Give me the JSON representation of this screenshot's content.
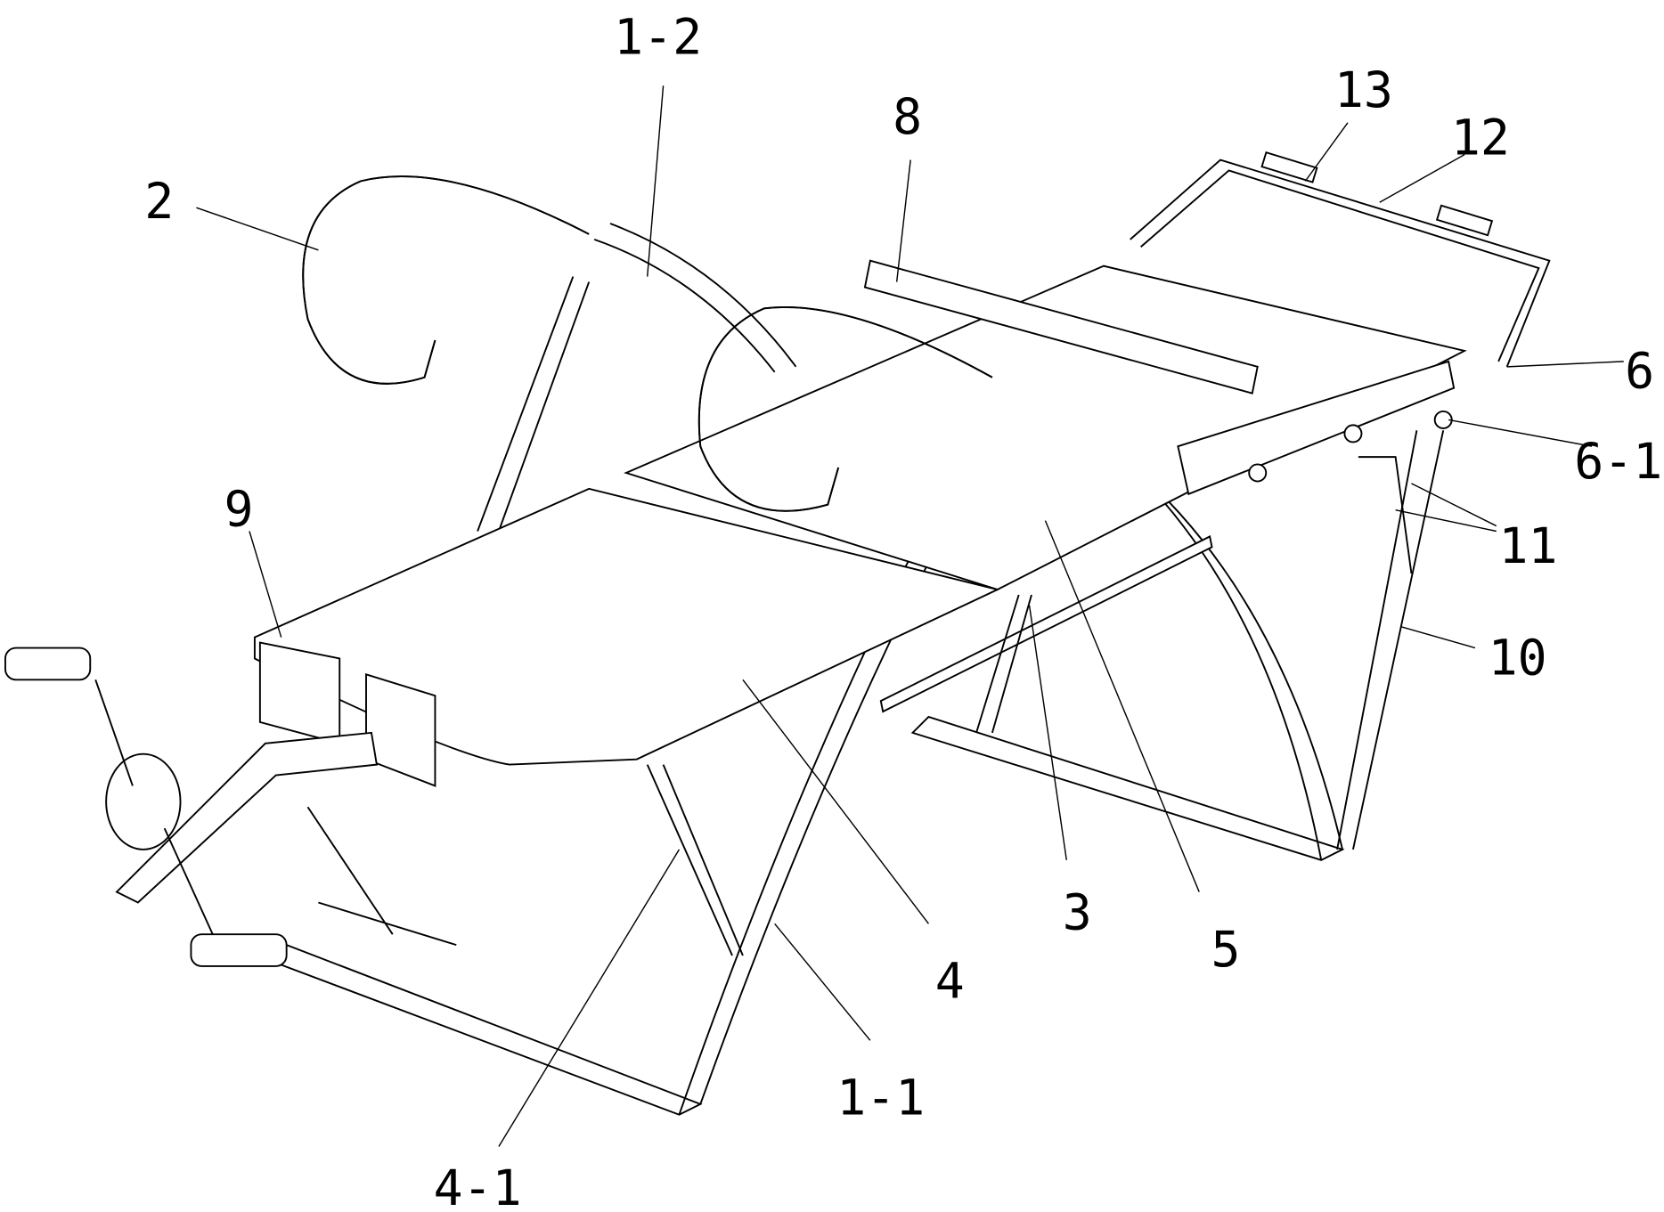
{
  "figure": {
    "labels": {
      "l2": "2",
      "l1_2": "1-2",
      "l8": "8",
      "l13": "13",
      "l12": "12",
      "l6": "6",
      "l6_1": "6-1",
      "l11": "11",
      "l10": "10",
      "l9": "9",
      "l4": "4",
      "l3": "3",
      "l5": "5",
      "l1_1": "1-1",
      "l4_1": "4-1"
    }
  }
}
